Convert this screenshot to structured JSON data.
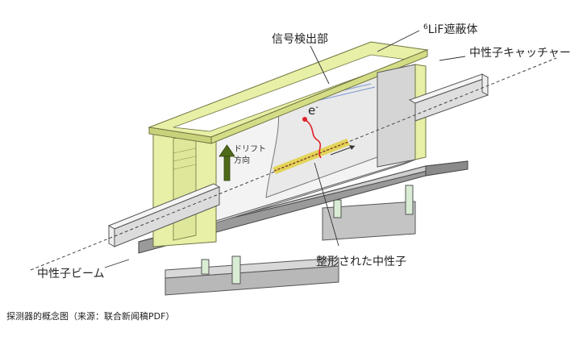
{
  "labels": {
    "signal_detector": "信号検出部",
    "lif_shield_sup": "6",
    "lif_shield": "LiF遮蔽体",
    "neutron_catcher": "中性子キャッチャー",
    "electron": "e",
    "electron_sup": "-",
    "drift_line1": "ドリフト",
    "drift_line2": "方向",
    "shaped_neutrons": "整形された中性子",
    "neutron_beam": "中性子ビーム"
  },
  "caption": "探测器的概念图（来源：联合新闻稿PDF）",
  "colors": {
    "shield_green": "#e8efa6",
    "drift_arrow": "#4f6b1a",
    "electron_track": "#e0202a",
    "neutron_band": "#e0d040",
    "frame_gray": "#c9c9c9",
    "base_gray": "#9a9a9a"
  }
}
